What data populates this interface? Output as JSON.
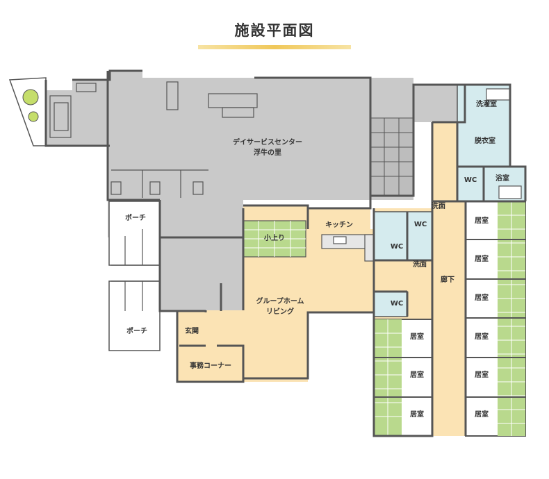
{
  "title": "施設平面図",
  "colors": {
    "wall": "#555555",
    "gray_area": "#c9c9c9",
    "group_home": "#fbe3b4",
    "tatami": "#b9d98d",
    "tatami_line": "#ffffff",
    "water": "#d5ebee",
    "plant": "#c5de6b",
    "title_bar": "#f0c85a"
  },
  "rooms": {
    "day_service_l1": "デイサービスセンター",
    "day_service_l2": "浮牛の里",
    "porch": "ポーチ",
    "koagari": "小上り",
    "kitchen": "キッチン",
    "living_l1": "グループホーム",
    "living_l2": "リビング",
    "genkan": "玄関",
    "office": "事務コーナー",
    "wc": "WC",
    "senmen": "洗面",
    "corridor": "廊下",
    "laundry": "洗濯室",
    "dressing": "脱衣室",
    "bath": "浴室",
    "kyoshitsu": "居室"
  }
}
